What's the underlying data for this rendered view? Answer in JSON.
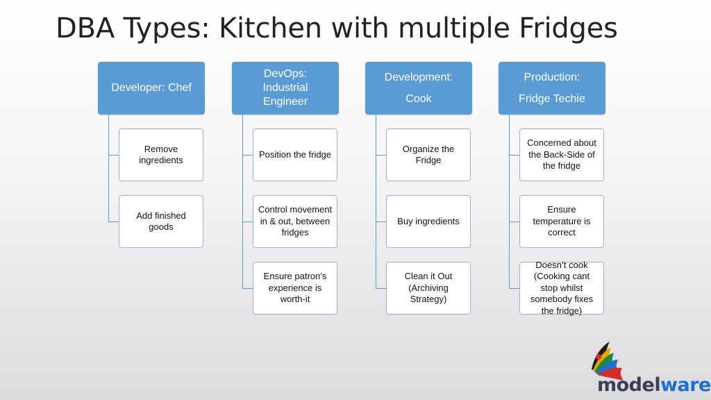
{
  "title": "DBA Types: Kitchen with multiple Fridges",
  "columns": [
    {
      "header": [
        "Developer: Chef"
      ],
      "children": [
        "Remove ingredients",
        "Add finished goods"
      ]
    },
    {
      "header": [
        "DevOps:",
        "Industrial",
        "Engineer"
      ],
      "children": [
        "Position the fridge",
        "Control movement in & out, between fridges",
        "Ensure patron’s experience is worth-it"
      ]
    },
    {
      "header": [
        "Development:",
        "Cook"
      ],
      "children": [
        "Organize the Fridge",
        "Buy ingredients",
        "Clean it Out (Archiving Strategy)"
      ]
    },
    {
      "header": [
        "Production:",
        "Fridge Techie"
      ],
      "children": [
        "Concerned about the Back-Side of the fridge",
        "Ensure temperature is correct",
        "Doesn’t cook (Cooking cant stop whilst somebody fixes the fridge)"
      ]
    }
  ],
  "logo": {
    "part1": "model",
    "part2": "ware"
  },
  "colors": {
    "header_fill": "#5b9bd5",
    "child_border": "#8fb4e3",
    "logo_dark": "#3a3f58",
    "logo_blue": "#1e6fd0"
  }
}
